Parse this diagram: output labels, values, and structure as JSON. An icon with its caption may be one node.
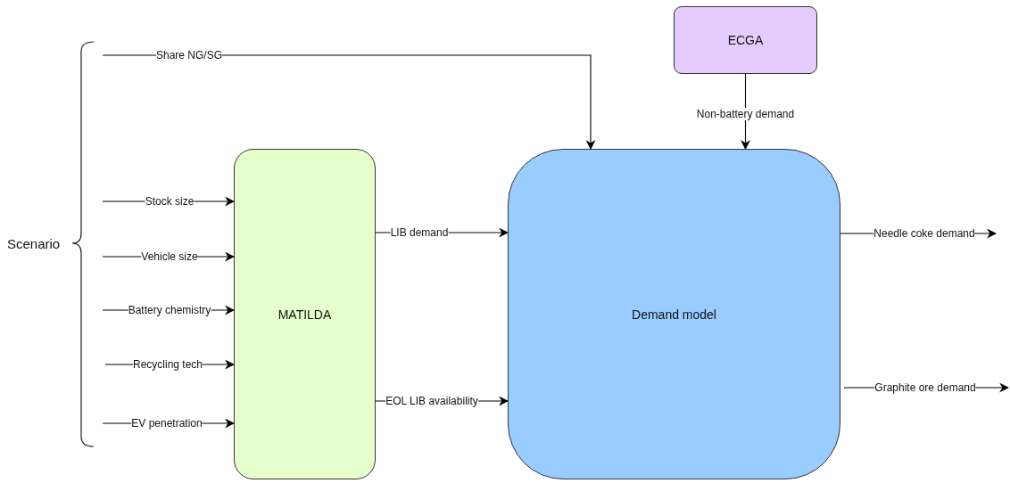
{
  "diagram": {
    "nodes": [
      {
        "text": [
          "ECGA"
        ]
      },
      {
        "text": [
          "MATILDA"
        ]
      },
      {
        "text": [
          "Demand model"
        ]
      }
    ],
    "edges": [
      {
        "from": null,
        "to": 2,
        "arrow": "to",
        "label": "Share NG/SG"
      },
      {
        "from": null,
        "to": 1,
        "arrow": "to",
        "label": "Stock size"
      },
      {
        "from": null,
        "to": 1,
        "arrow": "to",
        "label": "Vehicle size"
      },
      {
        "from": null,
        "to": 1,
        "arrow": "to",
        "label": "Battery chemistry"
      },
      {
        "from": null,
        "to": 1,
        "arrow": "to",
        "label": "Recycling tech"
      },
      {
        "from": null,
        "to": 1,
        "arrow": "to",
        "label": "EV penetration"
      },
      {
        "from": 1,
        "to": 2,
        "arrow": "to",
        "label": "LIB demand"
      },
      {
        "from": 1,
        "to": 2,
        "arrow": "to",
        "label": "EOL LIB availability"
      },
      {
        "from": 0,
        "to": 2,
        "arrow": "to",
        "label": "Non-battery demand"
      },
      {
        "from": 2,
        "to": null,
        "arrow": "to",
        "label": "Needle coke demand"
      },
      {
        "from": 2,
        "to": null,
        "arrow": "to",
        "label": "Graphite ore demand"
      }
    ],
    "labels": [
      "Scenario"
    ]
  }
}
